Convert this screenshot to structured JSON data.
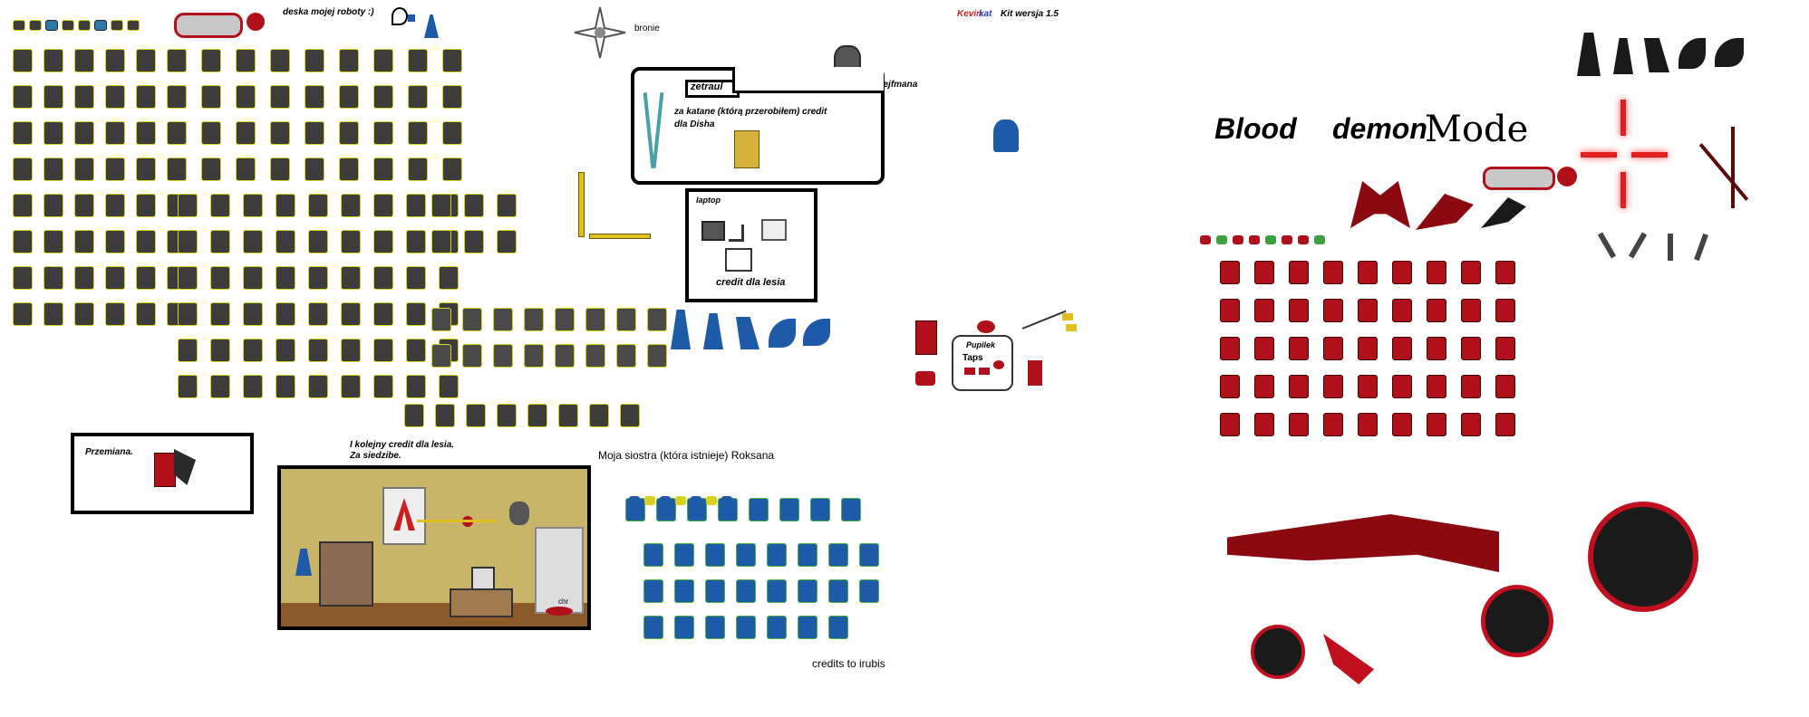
{
  "labels": {
    "robot_board": "deska mojej roboty :)",
    "weapons": "bronie",
    "kit_brand_a": "Kevin",
    "kit_brand_b": "kat",
    "kit_version": "Kit wersja 1.5",
    "misia_credit": "za miśia credit dla sejfmana",
    "zetraul": "zetraul",
    "katana_credit_1": "za katane  (którą przerobiłem) credit",
    "katana_credit_2": "dla Disha",
    "laptop": "laptop",
    "laptop_credit": "credit dla lesia",
    "transformation": "Przemiana.",
    "hq_credit_1": "I kolejny credit dla lesia.",
    "hq_credit_2": "Za siedzibe.",
    "sister": "Moja siostra (która istnieje) Roksana",
    "credits_irubis": "credits to irubis",
    "pet_1": "Pupilek",
    "pet_2": "Taps",
    "blood_1": "Blood",
    "blood_2": "demon",
    "blood_3": "Mode",
    "hq_corner": "chr"
  },
  "colors": {
    "robot_dark": "#3c3c3c",
    "robot_yellow": "#d6d21e",
    "blue_cloak": "#1f5aa8",
    "red_demon": "#b0101a",
    "wall": "#c8b56a",
    "floor": "#8a5a2a",
    "background": "#ffffff",
    "text": "#000000",
    "brand_red": "#d42020",
    "brand_blue": "#2040c0"
  },
  "icons": {
    "weapons_shuriken": "shuriken-icon",
    "assassin_poster": "assassin-emblem-icon",
    "laptop": "laptop-icon"
  }
}
